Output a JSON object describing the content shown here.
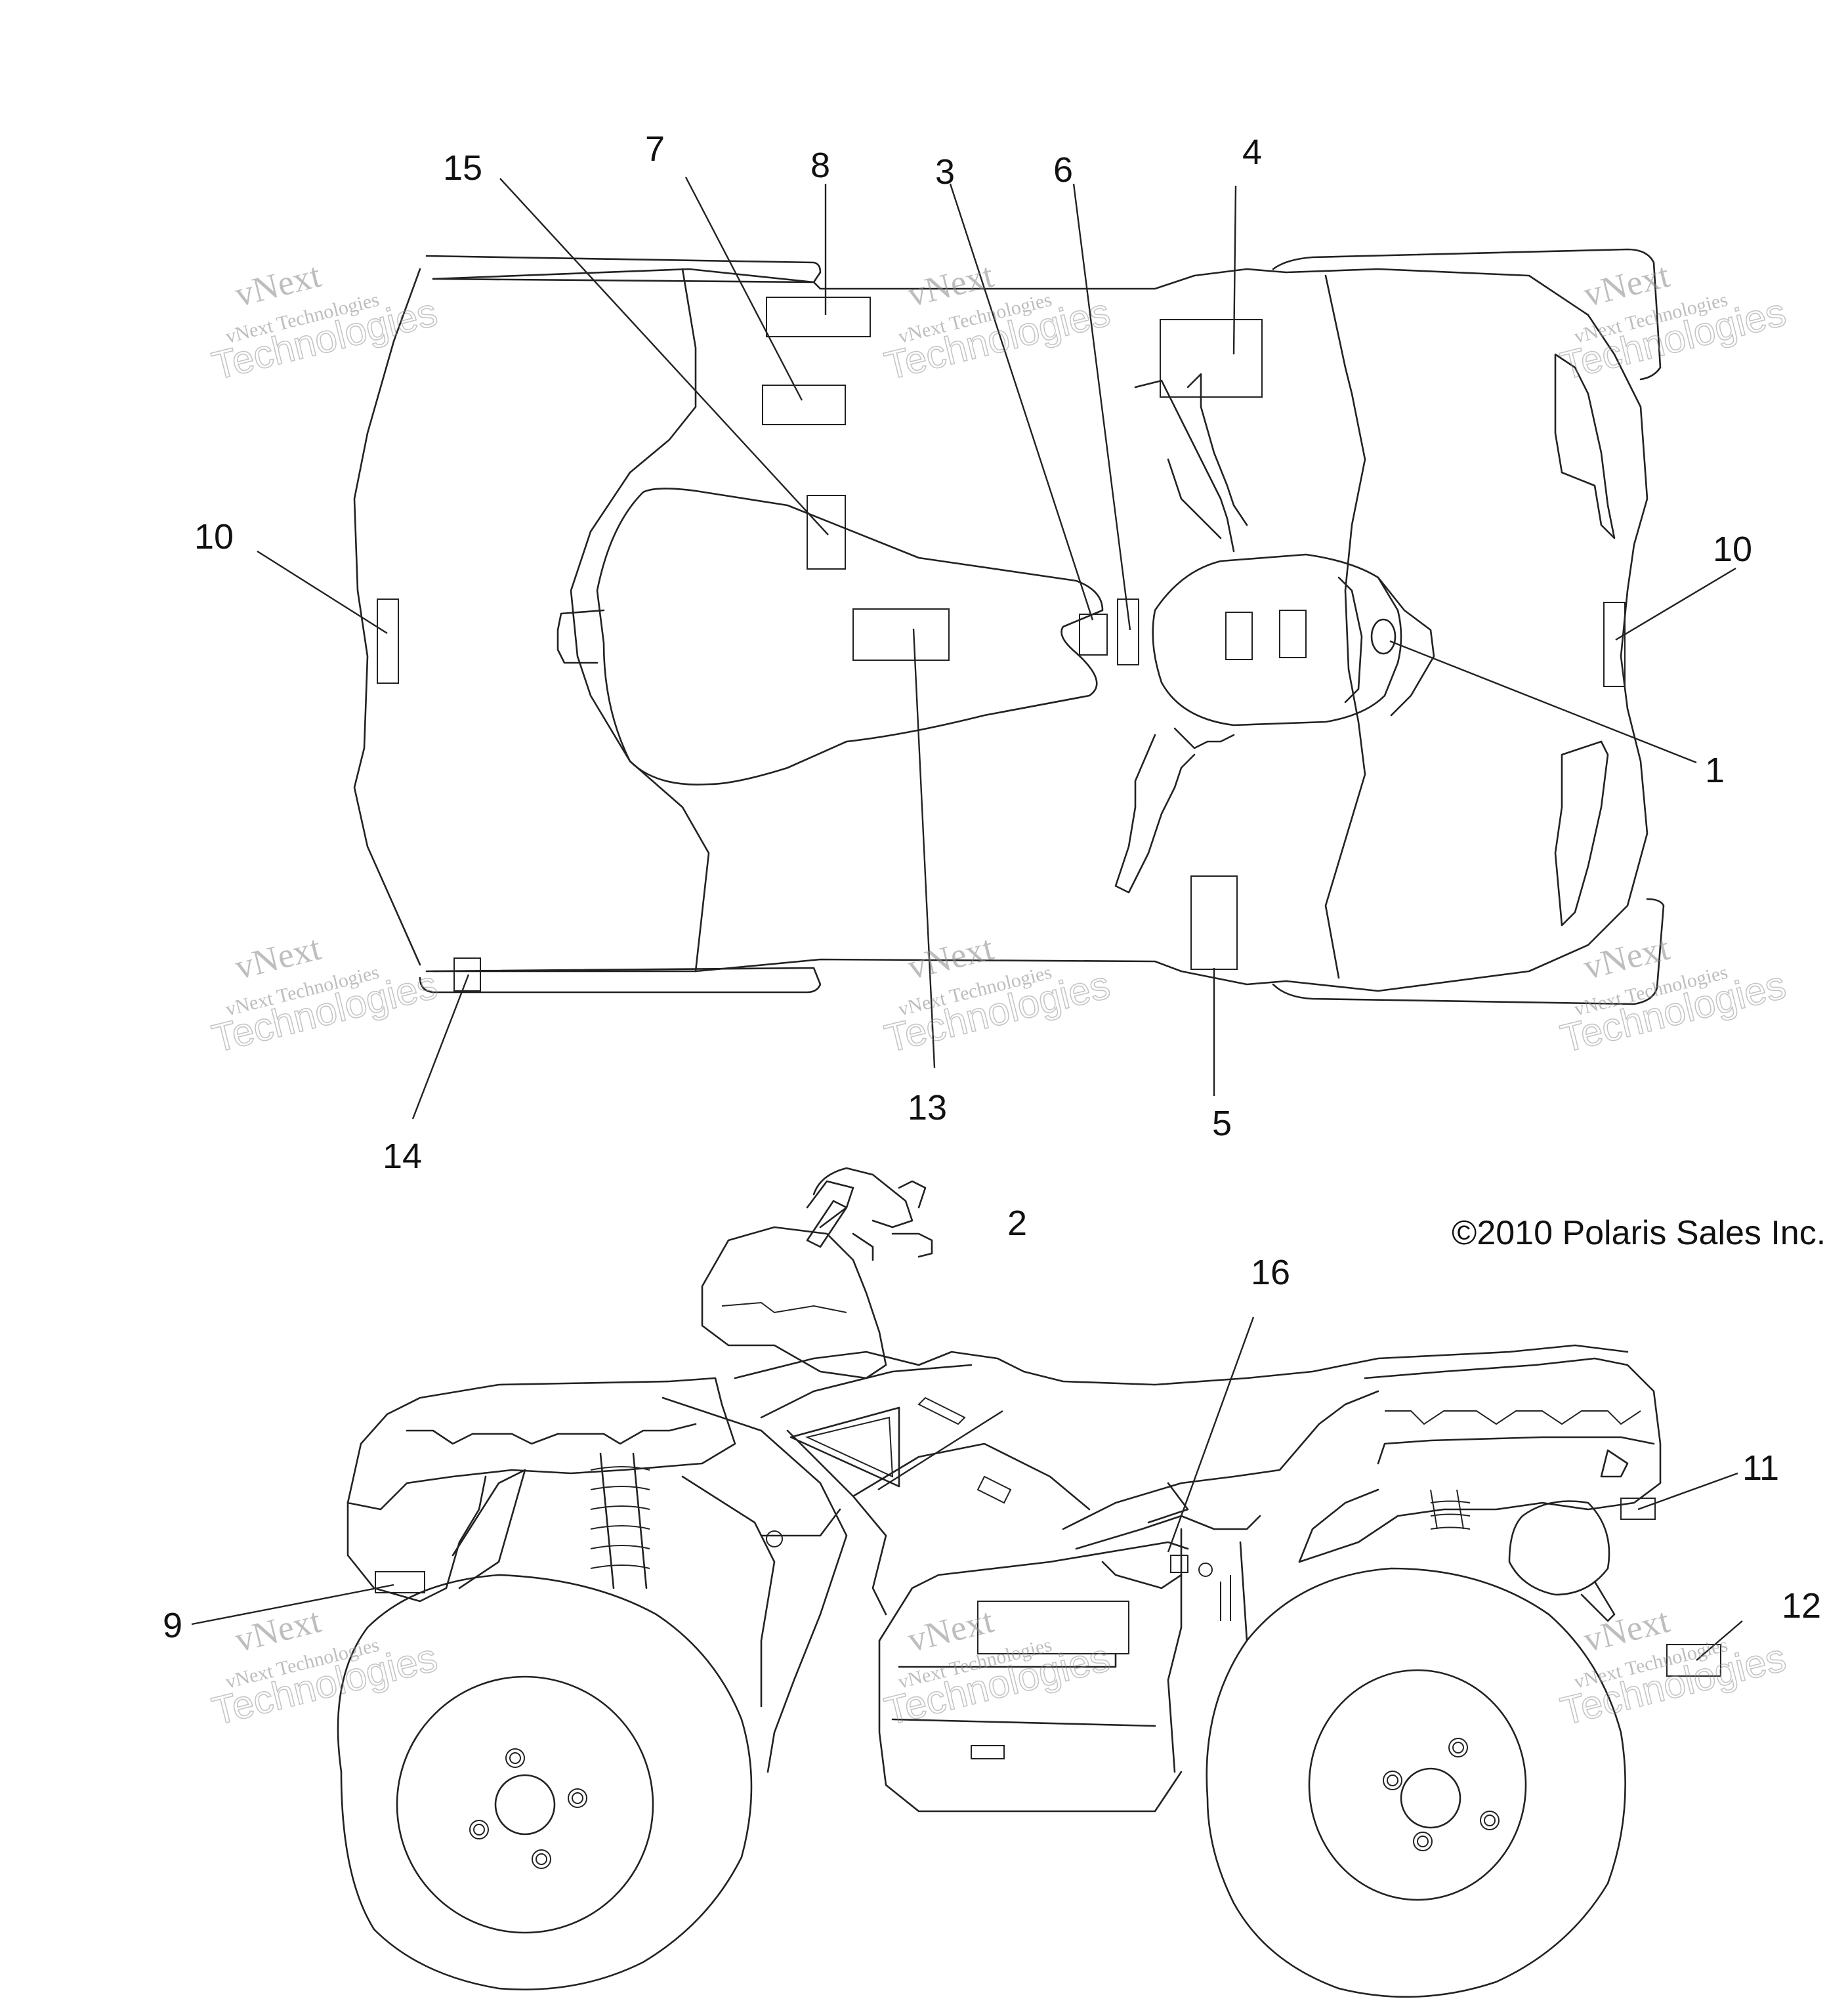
{
  "copyright": "©2010 Polaris Sales Inc.",
  "watermark": {
    "line1": "vNext",
    "line2": "vNext Technologies",
    "line3": "Technologies"
  },
  "callouts": [
    {
      "id": "1",
      "label": "1"
    },
    {
      "id": "2",
      "label": "2"
    },
    {
      "id": "3",
      "label": "3"
    },
    {
      "id": "4",
      "label": "4"
    },
    {
      "id": "5",
      "label": "5"
    },
    {
      "id": "6",
      "label": "6"
    },
    {
      "id": "7",
      "label": "7"
    },
    {
      "id": "8",
      "label": "8"
    },
    {
      "id": "9",
      "label": "9"
    },
    {
      "id": "10a",
      "label": "10"
    },
    {
      "id": "10b",
      "label": "10"
    },
    {
      "id": "11",
      "label": "11"
    },
    {
      "id": "12",
      "label": "12"
    },
    {
      "id": "13",
      "label": "13"
    },
    {
      "id": "14",
      "label": "14"
    },
    {
      "id": "15",
      "label": "15"
    },
    {
      "id": "16",
      "label": "16"
    }
  ]
}
